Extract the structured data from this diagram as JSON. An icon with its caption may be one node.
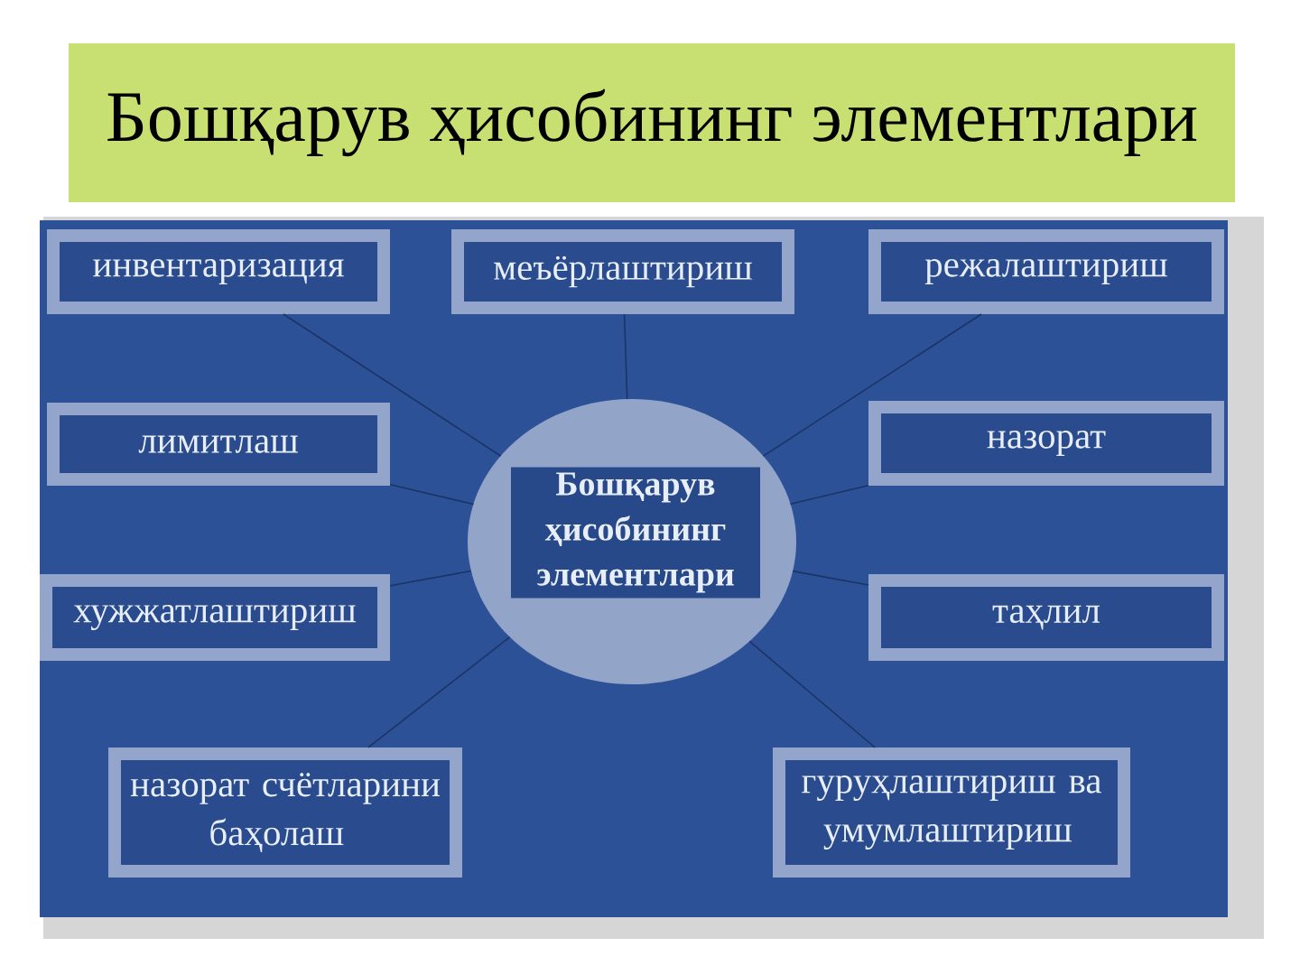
{
  "diagram": {
    "title": "Бошқарув ҳисобининг элементлари",
    "nodes": [
      {
        "text": [
          "инвентаризация"
        ]
      },
      {
        "text": [
          "меъёрлаштириш"
        ]
      },
      {
        "text": [
          "режалаштириш"
        ]
      },
      {
        "text": [
          "лимитлаш"
        ]
      },
      {
        "text": [
          "Бошқарув ҳисобининг элементлари"
        ]
      },
      {
        "text": [
          "назорат"
        ]
      },
      {
        "text": [
          "хужжатлаштириш"
        ]
      },
      {
        "text": [
          "таҳлил"
        ]
      },
      {
        "text": [
          "назорат счётларини баҳолаш"
        ]
      },
      {
        "text": [
          "гуруҳлаштириш ва умумлаштириш"
        ]
      }
    ],
    "edges": [
      {
        "from": 4,
        "to": 0,
        "arrow": "none"
      },
      {
        "from": 4,
        "to": 1,
        "arrow": "none"
      },
      {
        "from": 4,
        "to": 2,
        "arrow": "none"
      },
      {
        "from": 4,
        "to": 3,
        "arrow": "none"
      },
      {
        "from": 4,
        "to": 5,
        "arrow": "none"
      },
      {
        "from": 4,
        "to": 6,
        "arrow": "none"
      },
      {
        "from": 4,
        "to": 7,
        "arrow": "none"
      },
      {
        "from": 4,
        "to": 8,
        "arrow": "none"
      },
      {
        "from": 4,
        "to": 9,
        "arrow": "none"
      }
    ]
  }
}
